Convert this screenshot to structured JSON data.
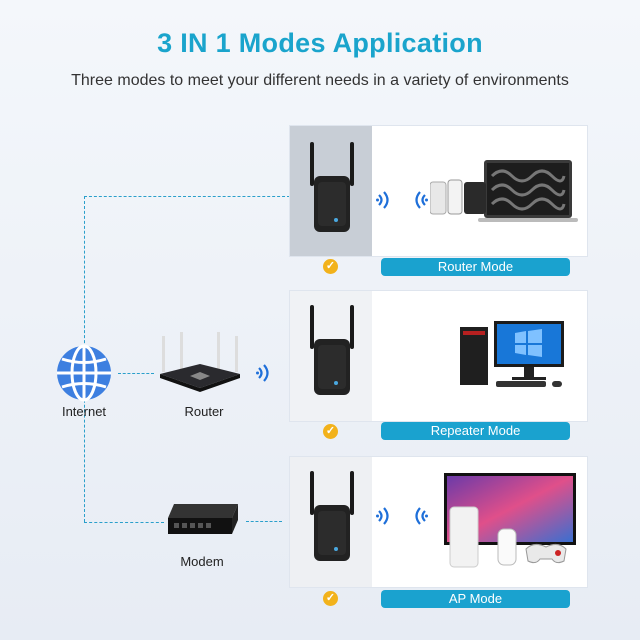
{
  "header": {
    "title": "3 IN 1 Modes Application",
    "subtitle": "Three modes to meet your different needs in a variety of environments"
  },
  "nodes": {
    "internet_label": "Internet",
    "router_label": "Router",
    "modem_label": "Modem"
  },
  "modes": [
    {
      "label": "Router Mode"
    },
    {
      "label": "Repeater Mode"
    },
    {
      "label": "AP Mode"
    }
  ],
  "icons": {
    "check": "check-icon",
    "wifi": "wifi-signal-icon",
    "globe": "globe-icon"
  },
  "colors": {
    "accent": "#1aa2cf",
    "check": "#f2b21b",
    "dash": "#2a9fcb"
  }
}
